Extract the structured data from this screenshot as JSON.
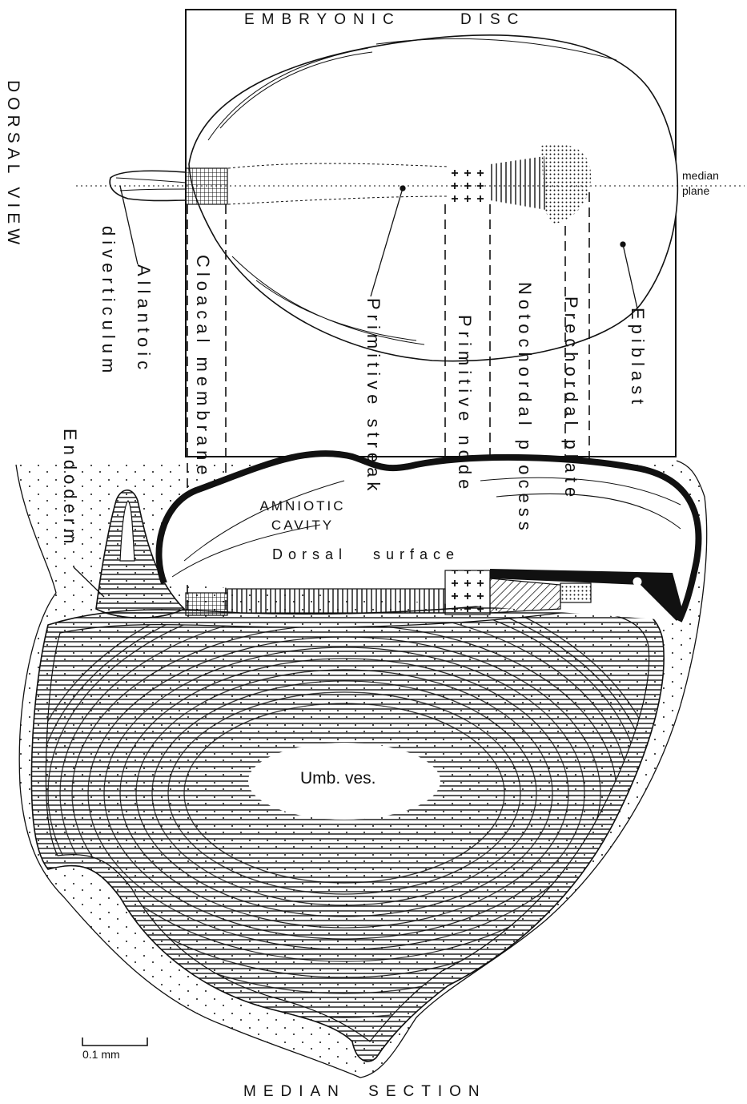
{
  "titles": {
    "top": "EMBRYONIC DISC",
    "bottom": "MEDIAN SECTION",
    "side": "DORSAL VIEW"
  },
  "labels": {
    "median_plane": "median plane",
    "allantoic_1": "Allantoic",
    "allantoic_2": "diverticulum",
    "endoderm": "Endoderm",
    "cloacal": "Cloacal membrane",
    "primitive_streak": "Primitive streak",
    "primitive_node": "Primitive node",
    "notochordal": "Notochordal process",
    "prechordal": "Prechordal plate",
    "epiblast": "Epiblast",
    "amniotic": "AMNIOTIC CAVITY",
    "dorsal_surface": "Dorsal surface",
    "umb_ves": "Umb. ves.",
    "scale": "0.1 mm"
  },
  "colors": {
    "ink": "#111111",
    "paper": "#ffffff"
  }
}
